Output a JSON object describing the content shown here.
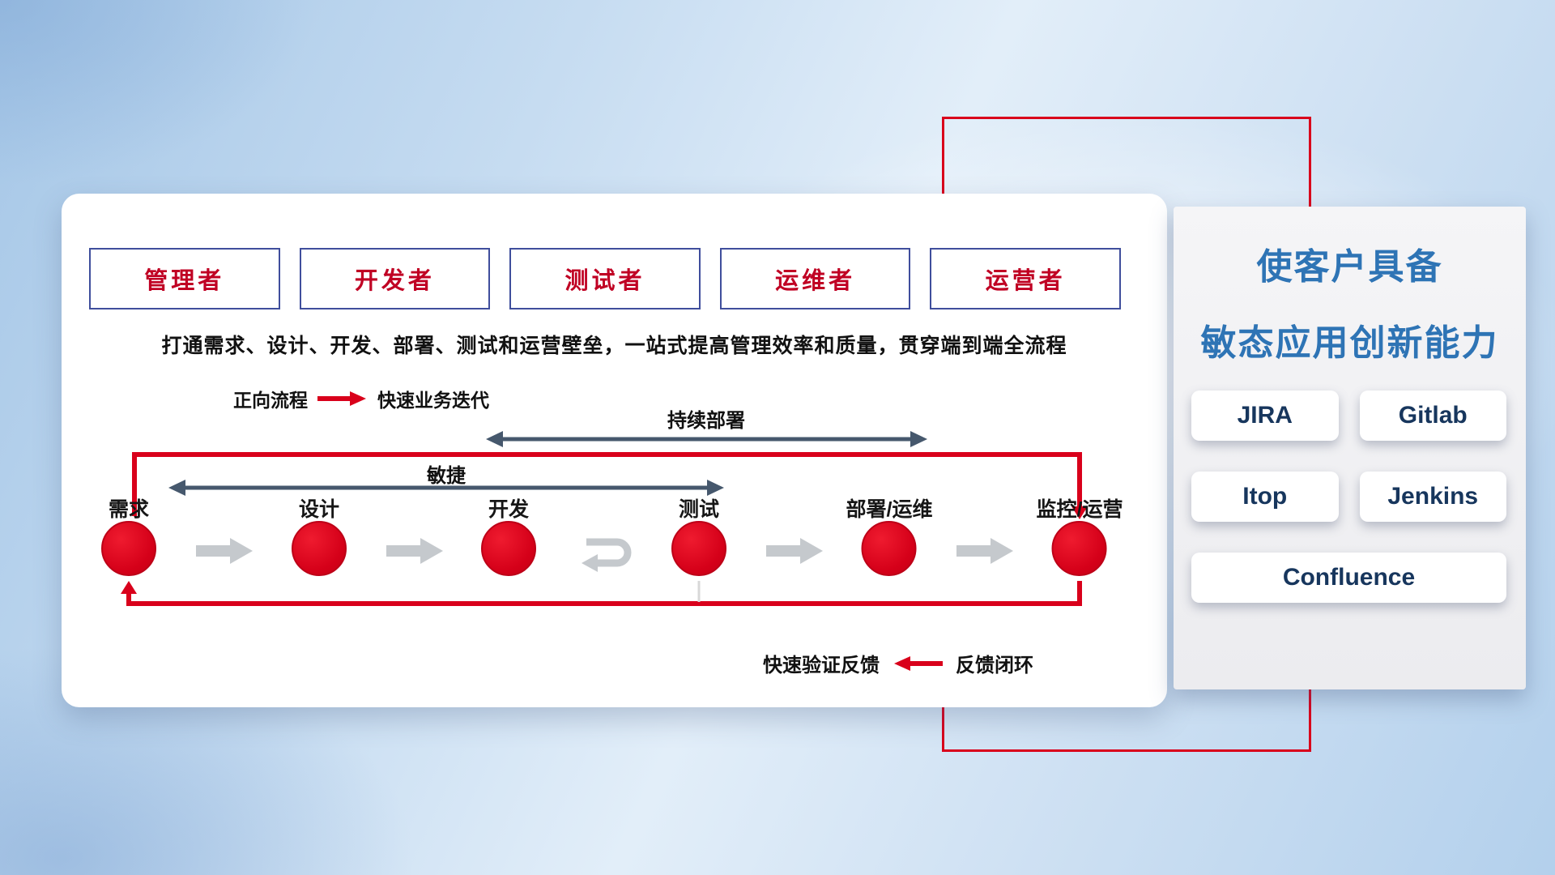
{
  "colors": {
    "red": "#d9001b",
    "slate": "#46586d",
    "gray-arrow": "#c5c9cd",
    "title-blue": "#2e74b5",
    "tool-navy": "#17365d",
    "box-border": "#3f4e9c",
    "box-text": "#c00023"
  },
  "roles": [
    "管理者",
    "开发者",
    "测试者",
    "运维者",
    "运营者"
  ],
  "description": "打通需求、设计、开发、部署、测试和运营壁垒，一站式提高管理效率和质量，贯穿端到端全流程",
  "legend": {
    "forward_label": "正向流程",
    "forward_value": "快速业务迭代",
    "feedback_value": "快速验证反馈",
    "feedback_label": "反馈闭环"
  },
  "flow": {
    "deploy_label": "持续部署",
    "agile_label": "敏捷",
    "stages": [
      "需求",
      "设计",
      "开发",
      "测试",
      "部署/运维",
      "监控/运营"
    ]
  },
  "panel": {
    "title_line1": "使客户具备",
    "title_line2": "敏态应用创新能力",
    "tools": [
      "JIRA",
      "Gitlab",
      "Itop",
      "Jenkins",
      "Confluence"
    ]
  }
}
